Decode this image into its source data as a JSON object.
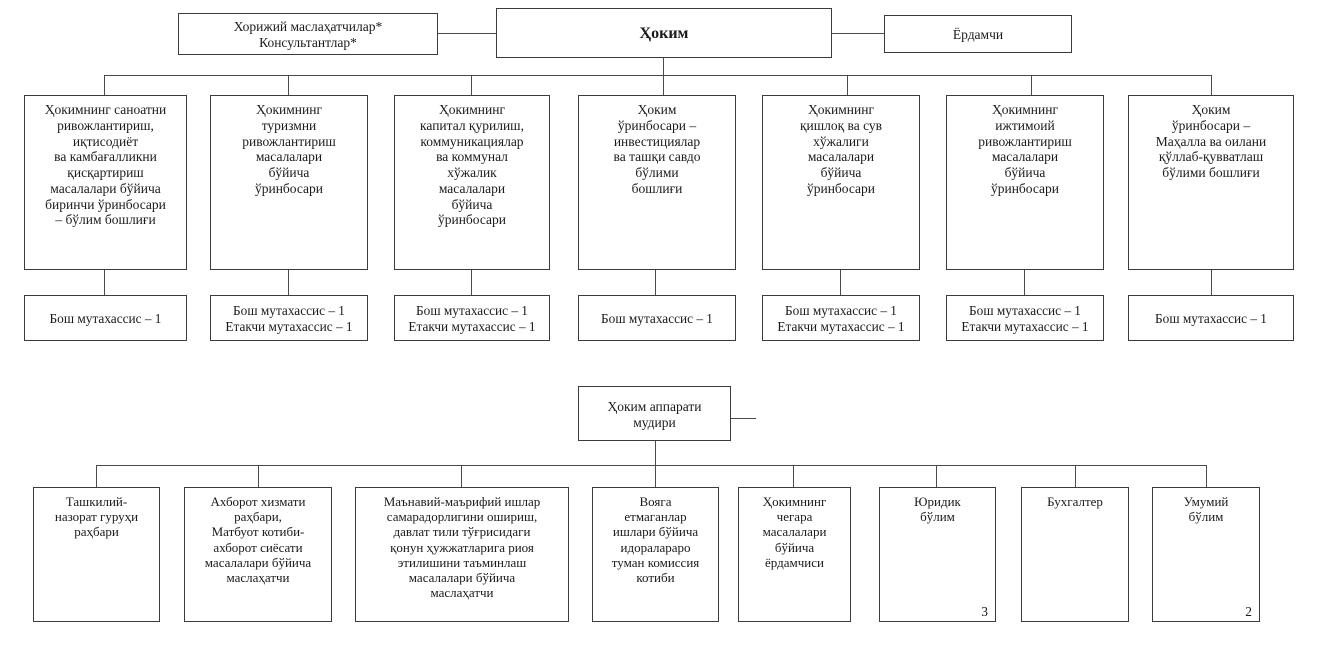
{
  "chart": {
    "title": "Ҳоким",
    "type": "organizational-hierarchy"
  },
  "level0": {
    "head": {
      "label": "Ҳоким"
    },
    "left_aside": {
      "label": "Хорижий маслаҳатчилар*\nКонсультантлар*"
    },
    "right_aside": {
      "label": "Ёрдамчи"
    }
  },
  "deputies": [
    {
      "label": "Ҳокимнинг саноатни\nривожлантириш,\nиқтисодиёт\nва камбағалликни\nқисқартириш\nмасалалари бўйича\nбиринчи ўринбосари\n– бўлим бошлиғи",
      "staff": "Бош мутахассис – 1"
    },
    {
      "label": "Ҳокимнинг\nтуризмни\nривожлантириш\nмасалалари\nбўйича\nўринбосари",
      "staff": "Бош мутахассис – 1\nЕтакчи мутахассис – 1"
    },
    {
      "label": "Ҳокимнинг\nкапитал қурилиш,\nкоммуникациялар\nва коммунал\nхўжалик\nмасалалари\nбўйича\nўринбосари",
      "staff": "Бош мутахассис – 1\nЕтакчи мутахассис – 1"
    },
    {
      "label": "Ҳоким\nўринбосари –\nинвестициялар\nва ташқи савдо\nбўлими\nбошлиғи",
      "staff": "Бош мутахассис – 1"
    },
    {
      "label": "Ҳокимнинг\nқишлоқ ва сув\nхўжалиги\nмасалалари\nбўйича\nўринбосари",
      "staff": "Бош мутахассис – 1\nЕтакчи мутахассис – 1"
    },
    {
      "label": "Ҳокимнинг\nижтимоий\nривожлантириш\nмасалалари\nбўйича\nўринбосари",
      "staff": "Бош мутахассис – 1\nЕтакчи мутахассис – 1"
    },
    {
      "label": "Ҳоким\nўринбосари –\nМаҳалла ва оилани\nқўллаб-қувватлаш\nбўлими бошлиғи",
      "staff": "Бош мутахассис – 1"
    }
  ],
  "apparatus": {
    "label": "Ҳоким аппарати\nмудири"
  },
  "apparatus_units": [
    {
      "label": "Ташкилий-\nназорат гуруҳи\nраҳбари",
      "count": ""
    },
    {
      "label": "Ахборот хизмати\nраҳбари,\nМатбуот котиби-\nахборот сиёсати\nмасалалари бўйича\nмаслаҳатчи",
      "count": ""
    },
    {
      "label": "Маънавий-маърифий ишлар\nсамарадорлигини ошириш,\nдавлат тили тўғрисидаги\nқонун ҳужжатларига риоя\nэтилишини таъминлаш\nмасалалари бўйича\nмаслаҳатчи",
      "count": ""
    },
    {
      "label": "Вояга\nетмаганлар\nишлари бўйича\nидоралараро\nтуман комиссия\nкотиби",
      "count": ""
    },
    {
      "label": "Ҳокимнинг\nчегара\nмасалалари\nбўйича\nёрдамчиси",
      "count": ""
    },
    {
      "label": "Юридик\nбўлим",
      "count": "3"
    },
    {
      "label": "Бухгалтер",
      "count": ""
    },
    {
      "label": "Умумий\nбўлим",
      "count": "2"
    }
  ],
  "colors": {
    "border": "#3b3b3b",
    "line": "#4a4a4a",
    "background": "#ffffff",
    "text": "#1a1a1a"
  }
}
